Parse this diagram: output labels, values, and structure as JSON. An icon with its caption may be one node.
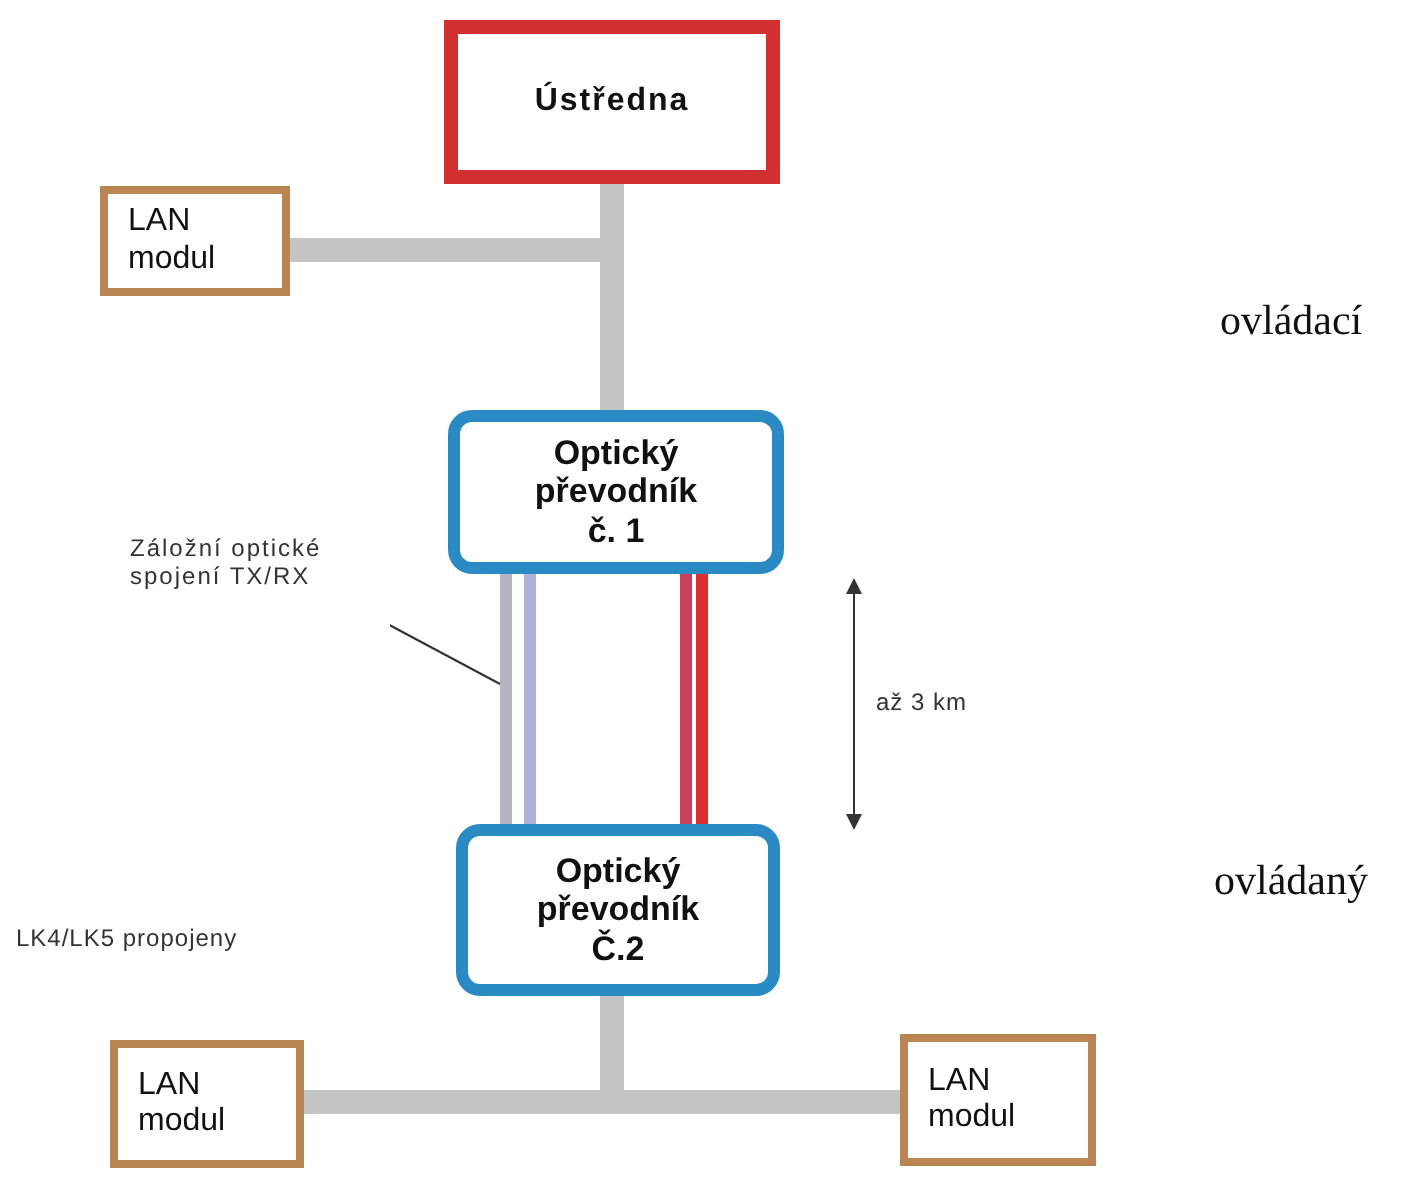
{
  "diagram": {
    "nodes": [
      {
        "text": [
          "Ústředna"
        ]
      },
      {
        "text": [
          "LAN modul"
        ]
      },
      {
        "text": [
          "Optický převodník č. 1"
        ]
      },
      {
        "text": [
          "Optický převodník Č.2"
        ]
      },
      {
        "text": [
          "LAN modul"
        ]
      },
      {
        "text": [
          "LAN modul"
        ]
      },
      {
        "text": [
          "Záložní optické spojení TX/RX"
        ]
      }
    ],
    "edges": [
      {
        "from": 1,
        "to": 0,
        "arrow": "none",
        "style": "thick"
      },
      {
        "from": 0,
        "to": 2,
        "arrow": "none",
        "style": "thick"
      },
      {
        "from": 2,
        "to": 3,
        "arrow": "none",
        "color": "#b4b4c4"
      },
      {
        "from": 2,
        "to": 3,
        "arrow": "none",
        "color": "#b0b0dc"
      },
      {
        "from": 2,
        "to": 3,
        "arrow": "none",
        "color": "#c8405a"
      },
      {
        "from": 2,
        "to": 3,
        "arrow": "none",
        "color": "#d83030"
      },
      {
        "from": 3,
        "to": 4,
        "arrow": "none",
        "style": "thick"
      },
      {
        "from": 3,
        "to": 5,
        "arrow": "none",
        "style": "thick"
      },
      {
        "from": 6,
        "to": null,
        "arrow": "none",
        "color": "#333333"
      }
    ],
    "labels": [
      "ovládací",
      "až 3 km",
      "ovládaný",
      "LK4/LK5 propojeny"
    ]
  }
}
